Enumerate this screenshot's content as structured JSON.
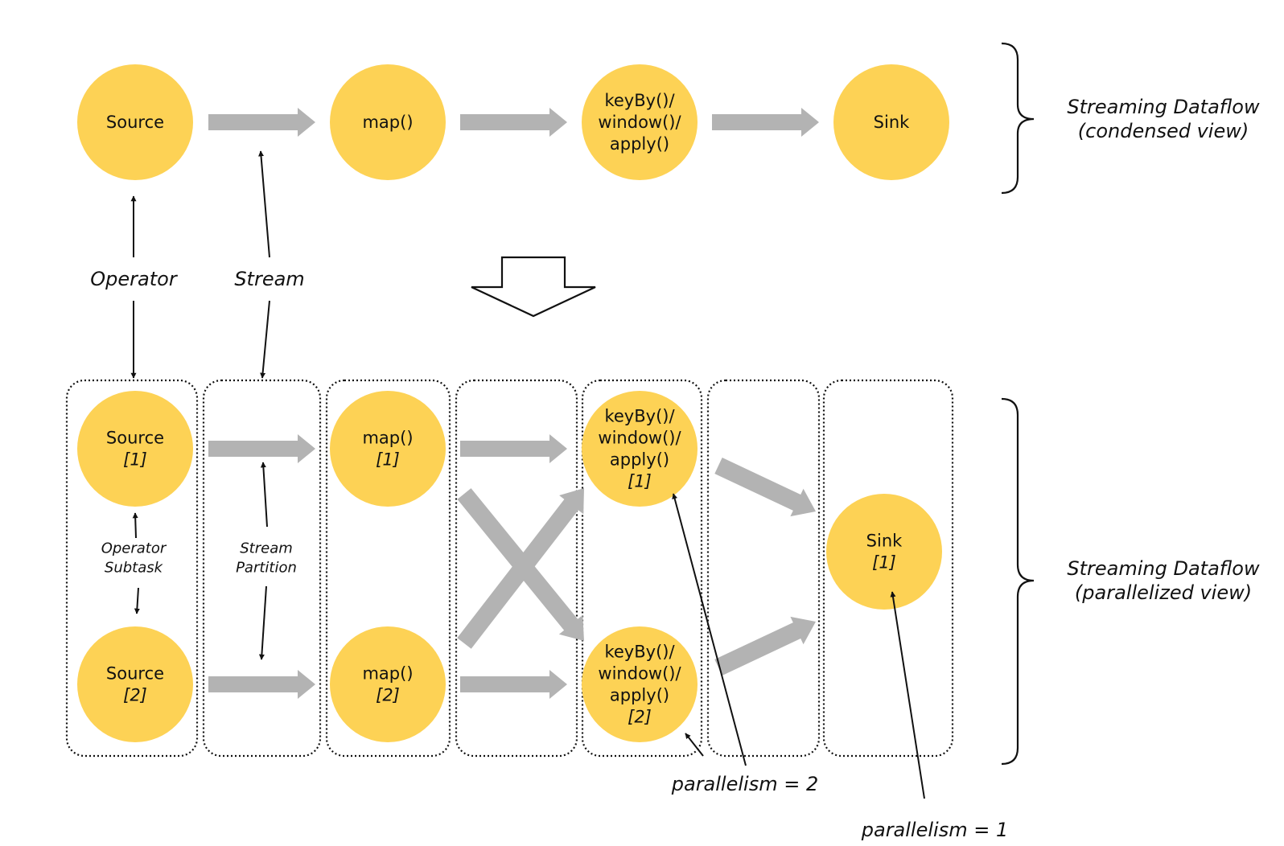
{
  "condensed": {
    "source": [
      "Source"
    ],
    "map": [
      "map()"
    ],
    "keyby": [
      "keyBy()/",
      "window()/",
      "apply()"
    ],
    "sink": [
      "Sink"
    ]
  },
  "parallel": {
    "source1": {
      "lines": [
        "Source"
      ],
      "index": "[1]"
    },
    "source2": {
      "lines": [
        "Source"
      ],
      "index": "[2]"
    },
    "map1": {
      "lines": [
        "map()"
      ],
      "index": "[1]"
    },
    "map2": {
      "lines": [
        "map()"
      ],
      "index": "[2]"
    },
    "keyby1": {
      "lines": [
        "keyBy()/",
        "window()/",
        "apply()"
      ],
      "index": "[1]"
    },
    "keyby2": {
      "lines": [
        "keyBy()/",
        "window()/",
        "apply()"
      ],
      "index": "[2]"
    },
    "sink1": {
      "lines": [
        "Sink"
      ],
      "index": "[1]"
    }
  },
  "labels": {
    "operator": "Operator",
    "stream": "Stream",
    "operator_subtask": [
      "Operator",
      "Subtask"
    ],
    "stream_partition": [
      "Stream",
      "Partition"
    ],
    "parallelism_2": "parallelism = 2",
    "parallelism_1": "parallelism = 1",
    "condensed_view": [
      "Streaming Dataflow",
      "(condensed view)"
    ],
    "parallelized_view": [
      "Streaming Dataflow",
      "(parallelized view)"
    ]
  },
  "colors": {
    "node": "#fdd255",
    "arrow": "#b3b3b3",
    "line": "#111111"
  }
}
